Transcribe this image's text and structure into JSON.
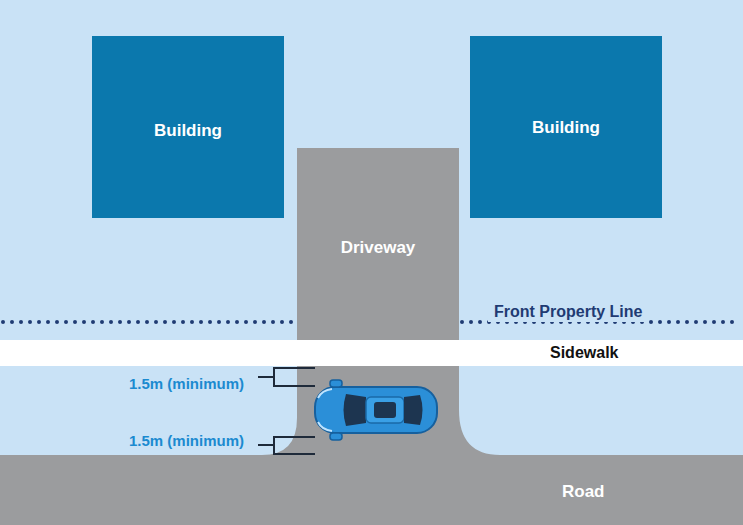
{
  "diagram": {
    "nodes": [
      {
        "text": [
          "Building"
        ]
      },
      {
        "text": [
          "Building"
        ]
      },
      {
        "text": [
          "Driveway"
        ]
      },
      {
        "text": [
          "Sidewalk"
        ]
      },
      {
        "text": [
          "Road"
        ]
      }
    ],
    "labels": [
      "Front Property Line",
      "1.5m (minimum)",
      "1.5m (minimum)"
    ]
  }
}
